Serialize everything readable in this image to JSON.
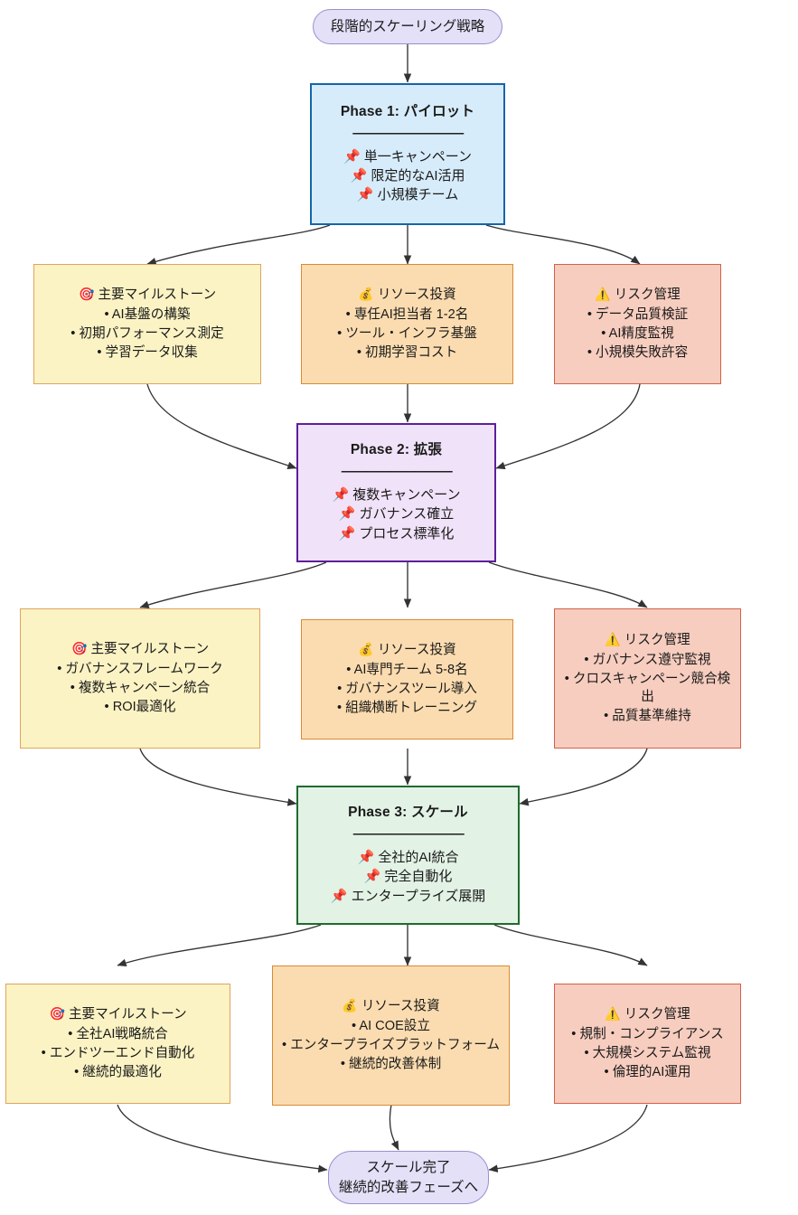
{
  "diagram": {
    "title": "段階的スケーリング戦略",
    "type": "flowchart",
    "direction": "top-down"
  },
  "start_node": {
    "label": "段階的スケーリング戦略"
  },
  "end_node": {
    "line1": "スケール完了",
    "line2": "継続的改善フェーズへ"
  },
  "icons": {
    "pin": "📌",
    "target": "🎯",
    "money_bag": "💰",
    "warning": "⚠️"
  },
  "colors": {
    "terminal_fill": "#e3e0f8",
    "terminal_border": "#9a8fd0",
    "phase1_fill": "#d7ecfa",
    "phase1_border": "#1565a8",
    "phase2_fill": "#f0e2f8",
    "phase2_border": "#5c1f9c",
    "phase3_fill": "#e2f2e5",
    "phase3_border": "#1e6b2e",
    "milestone_fill": "#fbf3c4",
    "milestone_border": "#e0a45c",
    "resource_fill": "#fbdcb0",
    "resource_border": "#d98a32",
    "risk_fill": "#f7cdbf",
    "risk_border": "#d4604a",
    "edge": "#333333"
  },
  "phases": [
    {
      "id": "phase1",
      "title": "Phase 1: パイロット",
      "rule": "—————————",
      "items": [
        "単一キャンペーン",
        "限定的なAI活用",
        "小規模チーム"
      ],
      "milestone": {
        "head": "主要マイルストーン",
        "bullets": [
          "AI基盤の構築",
          "初期パフォーマンス測定",
          "学習データ収集"
        ]
      },
      "resource": {
        "head": "リソース投資",
        "bullets": [
          "専任AI担当者 1-2名",
          "ツール・インフラ基盤",
          "初期学習コスト"
        ]
      },
      "risk": {
        "head": "リスク管理",
        "bullets": [
          "データ品質検証",
          "AI精度監視",
          "小規模失敗許容"
        ]
      }
    },
    {
      "id": "phase2",
      "title": "Phase 2: 拡張",
      "rule": "—————————",
      "items": [
        "複数キャンペーン",
        "ガバナンス確立",
        "プロセス標準化"
      ],
      "milestone": {
        "head": "主要マイルストーン",
        "bullets": [
          "ガバナンスフレームワーク",
          "複数キャンペーン統合",
          "ROI最適化"
        ]
      },
      "resource": {
        "head": "リソース投資",
        "bullets": [
          "AI専門チーム 5-8名",
          "ガバナンスツール導入",
          "組織横断トレーニング"
        ]
      },
      "risk": {
        "head": "リスク管理",
        "bullets": [
          "ガバナンス遵守監視",
          "クロスキャンペーン競合検出",
          "品質基準維持"
        ]
      }
    },
    {
      "id": "phase3",
      "title": "Phase 3: スケール",
      "rule": "—————————",
      "items": [
        "全社的AI統合",
        "完全自動化",
        "エンタープライズ展開"
      ],
      "milestone": {
        "head": "主要マイルストーン",
        "bullets": [
          "全社AI戦略統合",
          "エンドツーエンド自動化",
          "継続的最適化"
        ]
      },
      "resource": {
        "head": "リソース投資",
        "bullets": [
          "AI COE設立",
          "エンタープライズプラットフォーム",
          "継続的改善体制"
        ]
      },
      "risk": {
        "head": "リスク管理",
        "bullets": [
          "規制・コンプライアンス",
          "大規模システム監視",
          "倫理的AI運用"
        ]
      }
    }
  ]
}
